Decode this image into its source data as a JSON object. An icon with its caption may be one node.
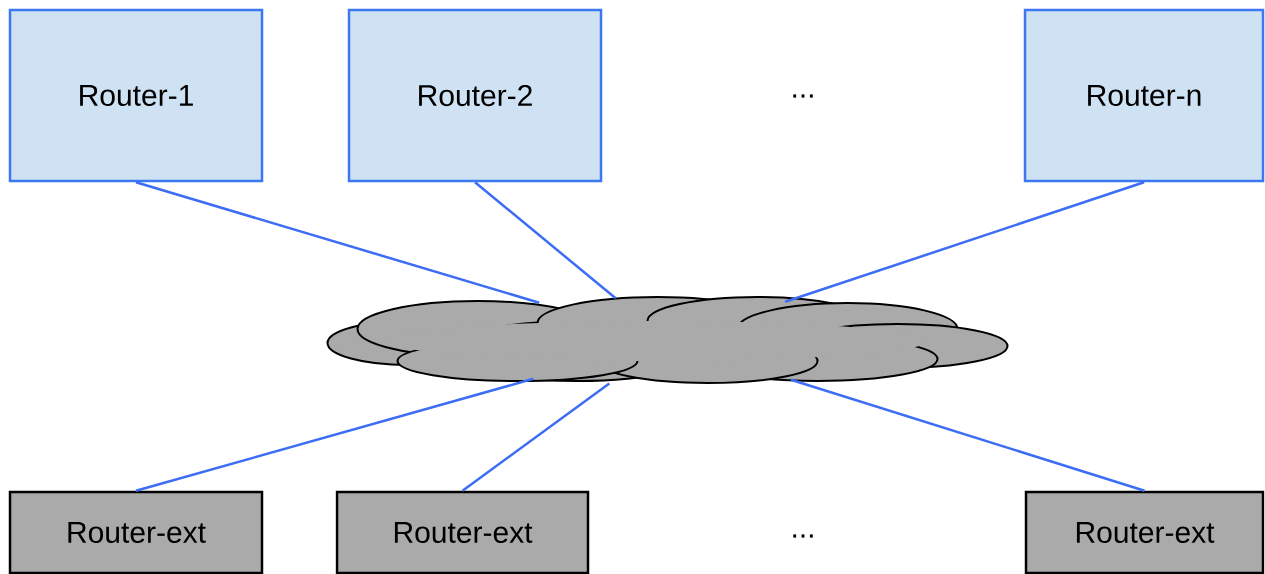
{
  "diagram": {
    "nodes": [
      {
        "text": [
          "Router-1"
        ]
      },
      {
        "text": [
          "Router-2"
        ]
      },
      {
        "text": [
          "Router-n"
        ]
      },
      {
        "text": [],
        "shape": "cloud"
      },
      {
        "text": [
          "Router-ext"
        ]
      },
      {
        "text": [
          "Router-ext"
        ]
      },
      {
        "text": [
          "Router-ext"
        ]
      }
    ],
    "edges": [
      {
        "from": 0,
        "to": 3,
        "arrow": "none"
      },
      {
        "from": 1,
        "to": 3,
        "arrow": "none"
      },
      {
        "from": 2,
        "to": 3,
        "arrow": "none"
      },
      {
        "from": 3,
        "to": 4,
        "arrow": "none"
      },
      {
        "from": 3,
        "to": 5,
        "arrow": "none"
      },
      {
        "from": 3,
        "to": 6,
        "arrow": "none"
      }
    ],
    "labels": [
      "...",
      "..."
    ]
  }
}
